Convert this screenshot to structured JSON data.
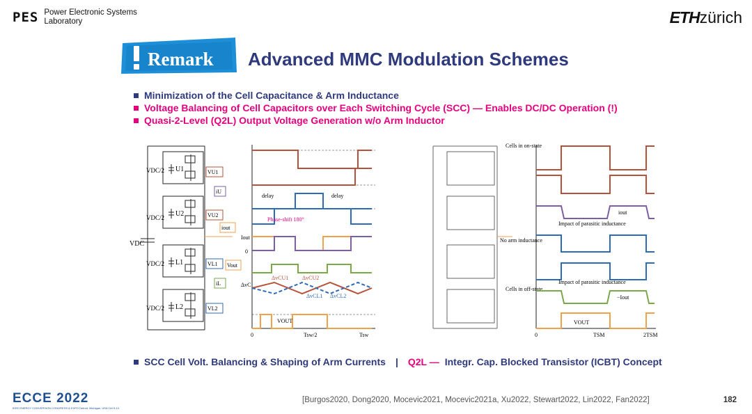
{
  "header": {
    "lab_mark": "PES",
    "lab_name_line1": "Power Electronic Systems",
    "lab_name_line2": "Laboratory",
    "university_bold": "ETH",
    "university_rest": "zürich"
  },
  "remark_label": "Remark",
  "title": "Advanced MMC Modulation Schemes",
  "bullets": [
    {
      "text": "Minimization of the Cell Capacitance  &  Arm Inductance",
      "color": "#2f3a7d"
    },
    {
      "text": "Voltage Balancing of Cell Capacitors over Each Switching Cycle (SCC) — Enables DC/DC Operation (!)",
      "color": "#e6007e"
    },
    {
      "text": "Quasi-2-Level (Q2L) Output Voltage Generation w/o Arm Inductor",
      "color": "#e6007e"
    }
  ],
  "bottom": {
    "part1": "SCC Cell Volt. Balancing & Shaping of Arm Currents",
    "sep": "|",
    "part2_label": "Q2L —",
    "part2_rest": "Integr. Cap. Blocked Transistor (ICBT) Concept"
  },
  "references": "[Burgos2020, Dong2020, Mocevic2021, Mocevic2021a, Xu2022, Stewart2022, Lin2022, Fan2022]",
  "page_number": "182",
  "conference": "ECCE 2022",
  "conference_sub": "IEEE ENERGY CONVERSION CONGRESS & EXPO  Detroit, Michigan, USA Oct 9-13",
  "left_diagram": {
    "cells": [
      "U1",
      "U2",
      "L1",
      "L2"
    ],
    "cell_boxes": [
      "VU1",
      "VU2",
      "VL1",
      "VL2"
    ],
    "vdc_half": "VDC/2",
    "vdc": "VDC",
    "iU": "iU",
    "iL": "iL",
    "iout": "iout",
    "vout": "Vout",
    "wave_labels": {
      "delay1": "delay",
      "delay2": "delay",
      "phase": "Phase-shift 180°",
      "Iout": "Iout",
      "zero": "0",
      "dvc": "ΔvC",
      "dvcu1": "ΔvCU1",
      "dvcu2": "ΔvCU2",
      "dvcl1": "ΔvCL1",
      "dvcl2": "ΔvCL2",
      "vout_box": "VOUT",
      "x0": "0",
      "xhalf": "Tsw/2",
      "xend": "Tsw"
    }
  },
  "right_diagram": {
    "labels": {
      "cells_on": "Cells in on-state",
      "cells_off": "Cells in off-state",
      "no_arm": "No arm inductance",
      "parasitic1": "Impact of parasitic inductance",
      "parasitic2": "Impact of parasitic inductance",
      "iout": "iout",
      "neg_iout": "−Iout",
      "vout": "VOUT",
      "x0": "0",
      "x1": "TSM",
      "x2": "2TSM"
    }
  },
  "colors": {
    "navy": "#2f3a7d",
    "magenta": "#e6007e",
    "brown": "#b5523b",
    "blue": "#2e6bb5",
    "green": "#7aa84a",
    "orange": "#f0a24a",
    "purple": "#7b5ea7",
    "badge_blue": "#1d8fd8"
  }
}
